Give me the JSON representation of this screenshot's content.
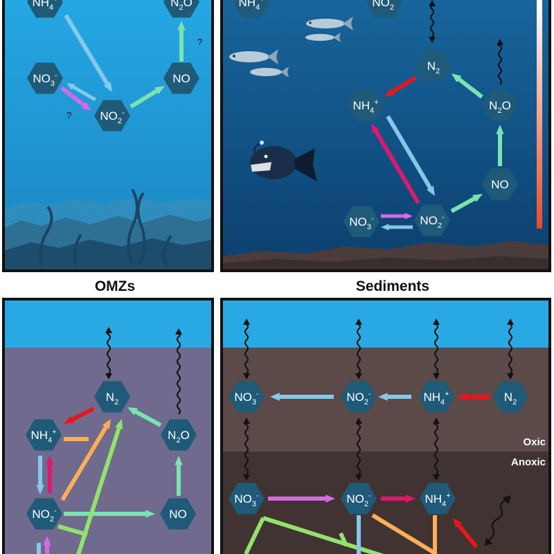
{
  "colors": {
    "hex_fill": "#1f5a78",
    "hex_text": "#ffffff",
    "frame": "#111111",
    "nh4_to_no2": "#87c8ea",
    "no3_to_no2": "#d46ae3",
    "no2_to_no3": "#87c8ea",
    "no2_to_no": "#7be3b0",
    "no_to_n2o": "#7be3b0",
    "n2o_to_n2": "#7be3b0",
    "n2_to_nh4": "#e8161b",
    "no2_to_nh4": "#e0176e",
    "anammox": "#ffae55",
    "n2_green": "#92e36c",
    "exchange": "#111111",
    "oxygen_gradient_top": "#ffffff",
    "oxygen_gradient_bottom": "#ea4a24"
  },
  "titles": {
    "omz": "OMZs",
    "sediments": "Sediments"
  },
  "zones": {
    "oxic": "Oxic",
    "anoxic": "Anoxic"
  },
  "panels": {
    "surface": {
      "nodes": [
        {
          "id": "nh4",
          "base": "NH",
          "sub": "4",
          "sup": "+"
        },
        {
          "id": "n2o",
          "base": "N",
          "sub": "2",
          "tail": "O"
        },
        {
          "id": "no3",
          "base": "NO",
          "sub": "3",
          "sup": "-"
        },
        {
          "id": "no2",
          "base": "NO",
          "sub": "2",
          "sup": "-"
        },
        {
          "id": "no",
          "base": "NO"
        }
      ],
      "question_marks": [
        "?",
        "?"
      ]
    },
    "deep": {
      "nodes": [
        {
          "id": "nh4",
          "base": "NH",
          "sub": "4",
          "sup": "+"
        },
        {
          "id": "no2_top",
          "base": "NO",
          "sub": "2",
          "sup": "-"
        },
        {
          "id": "n2",
          "base": "N",
          "sub": "2"
        },
        {
          "id": "nh4b",
          "base": "NH",
          "sub": "4",
          "sup": "+"
        },
        {
          "id": "n2o",
          "base": "N",
          "sub": "2",
          "tail": "O"
        },
        {
          "id": "no",
          "base": "NO"
        },
        {
          "id": "no3",
          "base": "NO",
          "sub": "3",
          "sup": "-"
        },
        {
          "id": "no2",
          "base": "NO",
          "sub": "2",
          "sup": "-"
        }
      ]
    },
    "omz": {
      "nodes": [
        {
          "id": "n2",
          "base": "N",
          "sub": "2"
        },
        {
          "id": "nh4",
          "base": "NH",
          "sub": "4",
          "sup": "+"
        },
        {
          "id": "n2o",
          "base": "N",
          "sub": "2",
          "tail": "O"
        },
        {
          "id": "no2",
          "base": "NO",
          "sub": "2",
          "sup": "-"
        },
        {
          "id": "no",
          "base": "NO"
        }
      ]
    },
    "sediments": {
      "nodes": [
        {
          "id": "no3_top",
          "base": "NO",
          "sub": "3",
          "sup": "-"
        },
        {
          "id": "no2_top",
          "base": "NO",
          "sub": "2",
          "sup": "-"
        },
        {
          "id": "nh4_top",
          "base": "NH",
          "sub": "4",
          "sup": "+"
        },
        {
          "id": "n2_top",
          "base": "N",
          "sub": "2"
        },
        {
          "id": "no3_bot",
          "base": "NO",
          "sub": "3",
          "sup": "-"
        },
        {
          "id": "no2_bot",
          "base": "NO",
          "sub": "2",
          "sup": "-"
        },
        {
          "id": "nh4_bot",
          "base": "NH",
          "sub": "4",
          "sup": "+"
        }
      ]
    }
  }
}
